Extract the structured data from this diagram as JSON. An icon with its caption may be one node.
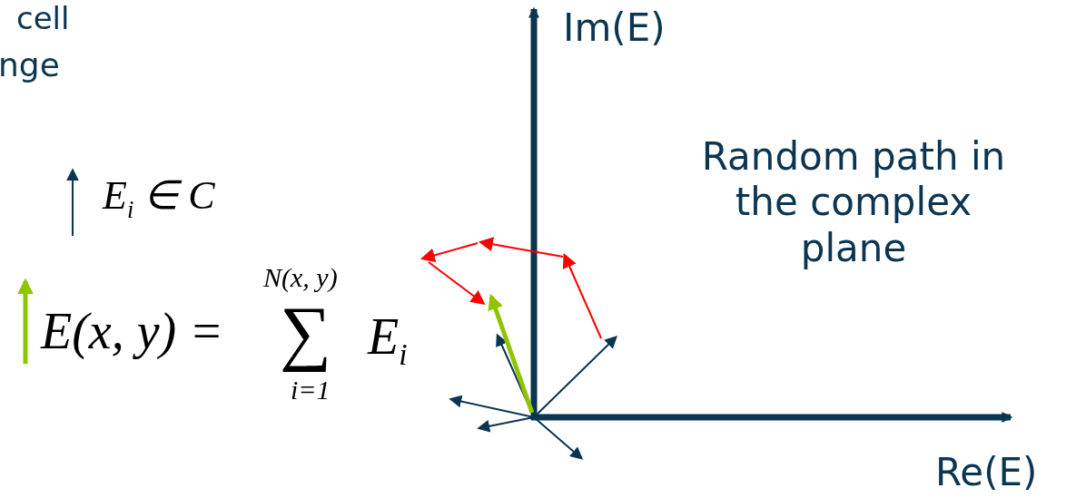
{
  "diagram": {
    "labels": [
      "cell",
      "nge",
      "E$_{i}$ ∈ C",
      "E(x, y) =",
      "N(x, y)",
      "∑",
      "i=1",
      "E$_{i}$",
      "Im(E)",
      "Random path in the complex plane",
      "Re(E)"
    ]
  }
}
